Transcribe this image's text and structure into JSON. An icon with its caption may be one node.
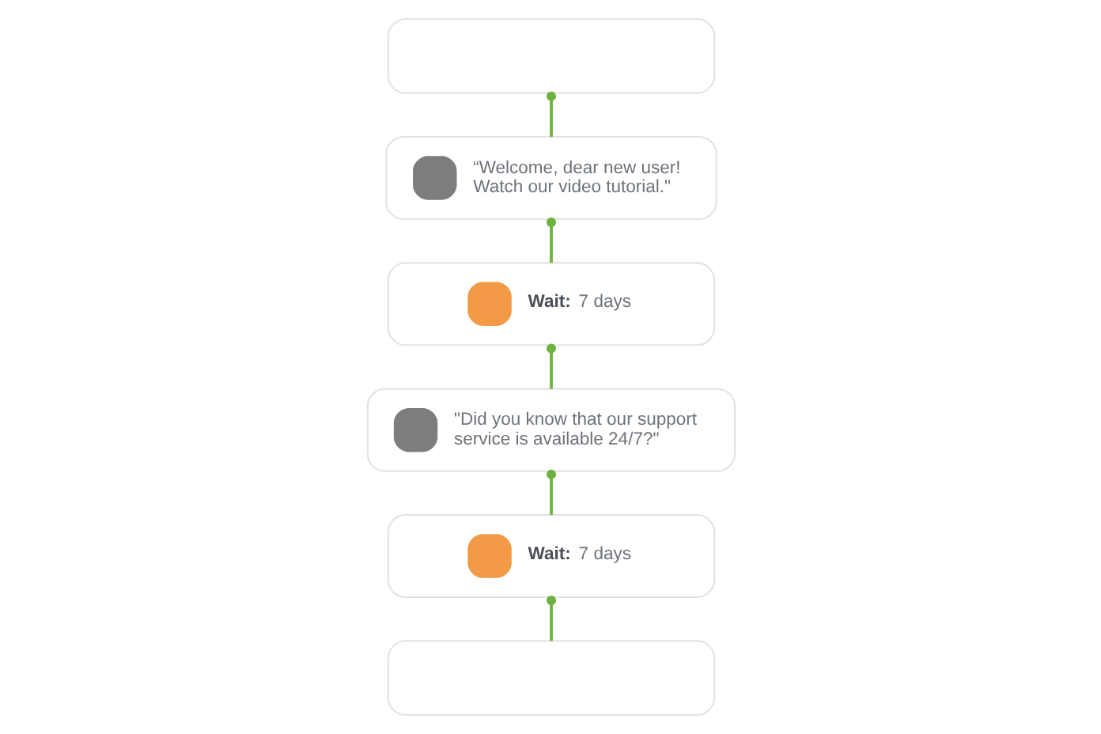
{
  "diagram": {
    "nodes": [
      {
        "text": [],
        "shape": "box"
      },
      {
        "text": [
          "“Welcome, dear new user! Watch our video tutorial.\""
        ]
      },
      {
        "text": [
          "**Wait:** 7 days"
        ]
      },
      {
        "text": [
          "\"Did you know that our support service is available 24/7?\""
        ]
      },
      {
        "text": [
          "**Wait:** 7 days"
        ]
      },
      {
        "text": [],
        "shape": "box"
      }
    ],
    "edges": [
      {
        "from": 0,
        "to": 1,
        "arrow": "other"
      },
      {
        "from": 1,
        "to": 2,
        "arrow": "other"
      },
      {
        "from": 2,
        "to": 3,
        "arrow": "other"
      },
      {
        "from": 3,
        "to": 4,
        "arrow": "other"
      },
      {
        "from": 4,
        "to": 5,
        "arrow": "other"
      }
    ]
  }
}
